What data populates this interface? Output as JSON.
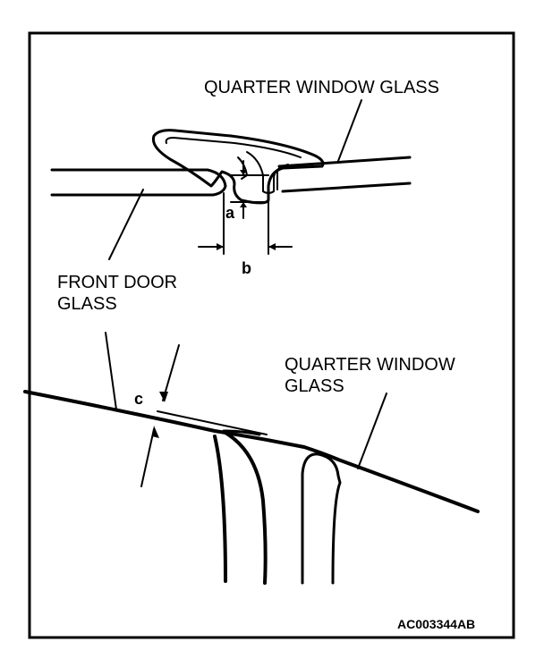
{
  "labels": {
    "top_quarter_window_glass": "QUARTER WINDOW GLASS",
    "front_door_glass_line1": "FRONT DOOR",
    "front_door_glass_line2": "GLASS",
    "bottom_quarter_window_glass_line1": "QUARTER WINDOW",
    "bottom_quarter_window_glass_line2": "GLASS",
    "dim_a": "a",
    "dim_b": "b",
    "dim_c": "c",
    "figure_code": "AC003344AB"
  }
}
